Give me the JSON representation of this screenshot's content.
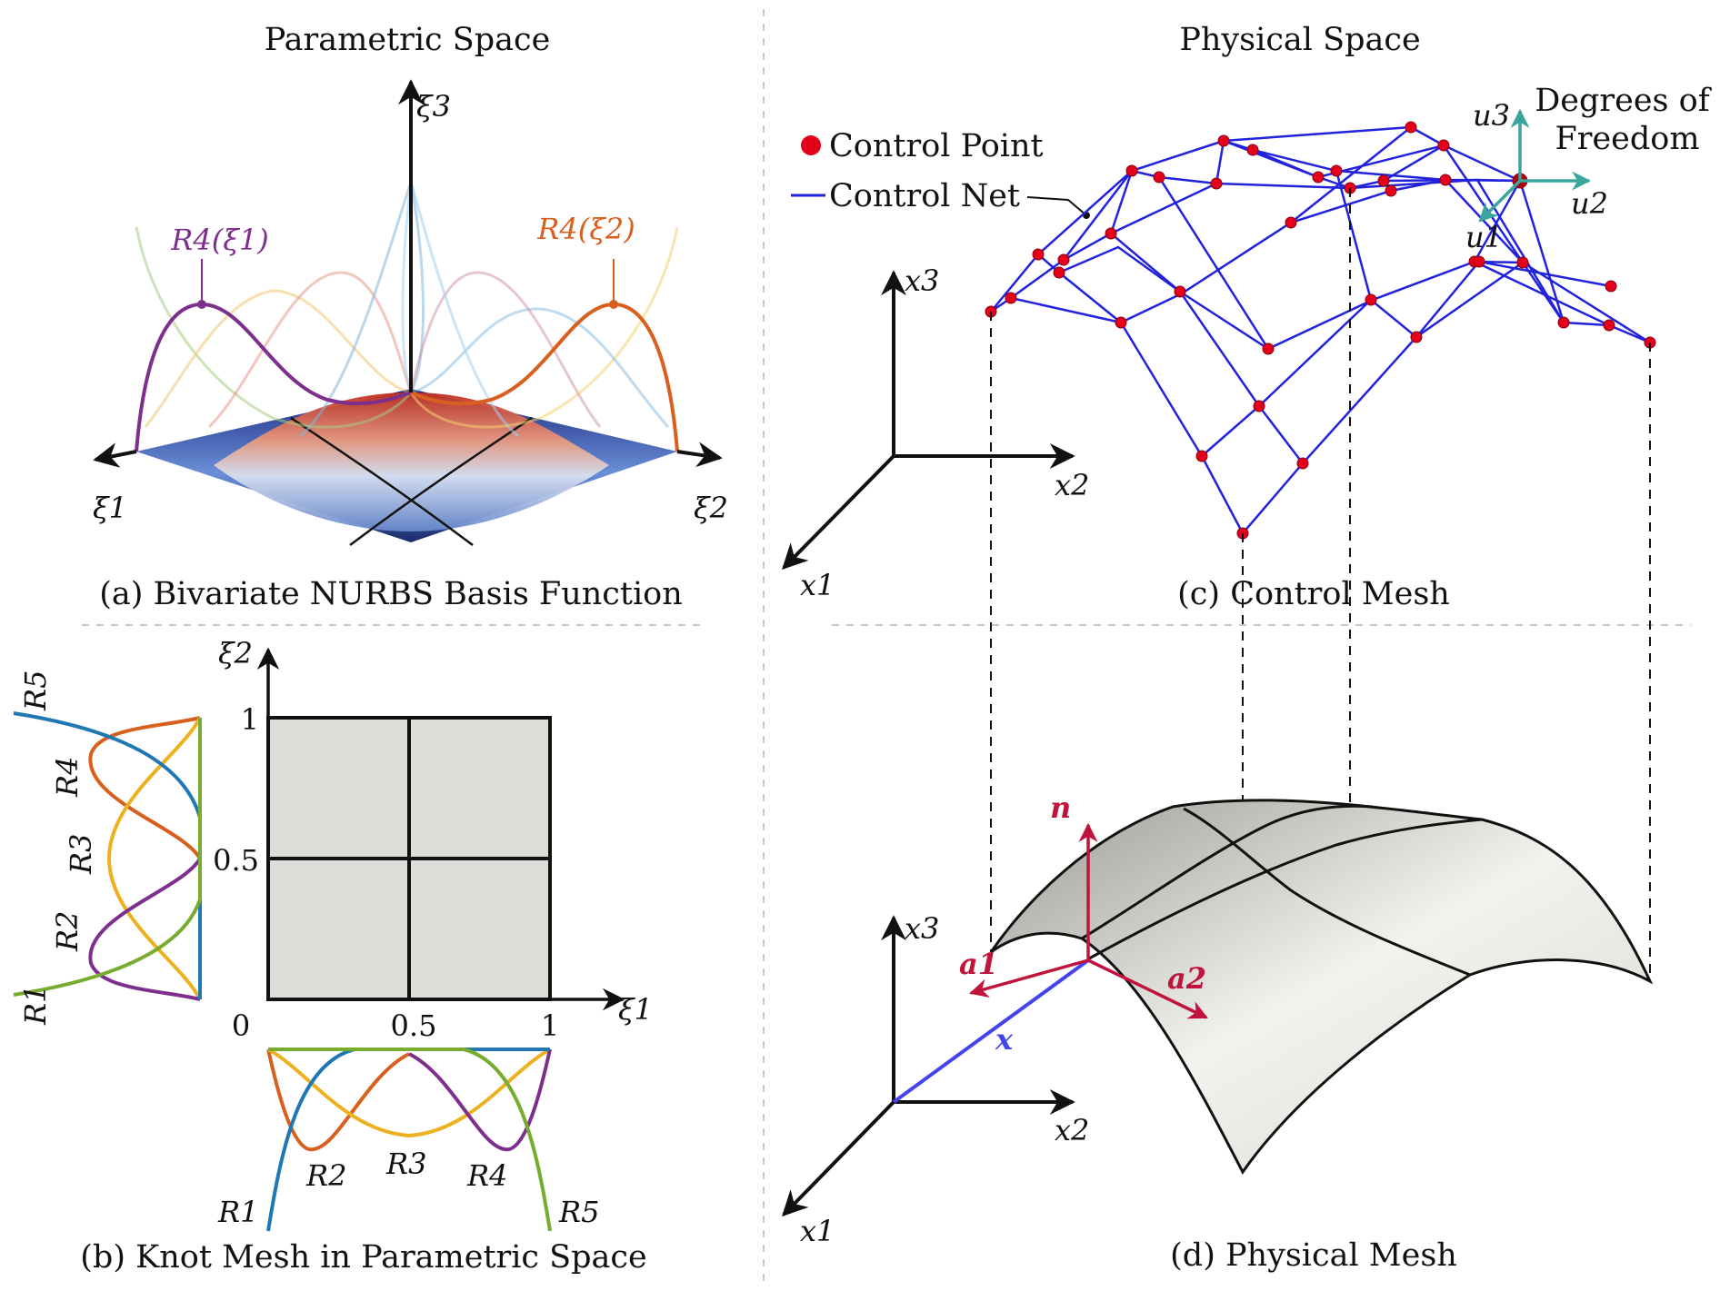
{
  "titles": {
    "parametric_space": "Parametric Space",
    "physical_space": "Physical Space"
  },
  "captions": {
    "a": "(a) Bivariate NURBS Basis Function",
    "b": "(b) Knot Mesh in Parametric Space",
    "c": "(c)  Control Mesh",
    "d": "(d) Physical Mesh"
  },
  "panel_a": {
    "axis_labels": [
      "ξ1",
      "ξ2",
      "ξ3"
    ],
    "curve_labels": [
      "R4(ξ1)",
      "R4(ξ2)"
    ]
  },
  "panel_b": {
    "axis_labels": [
      "ξ1",
      "ξ2"
    ],
    "ticks": [
      "0",
      "0.5",
      "1"
    ],
    "basis_labels": [
      "R1",
      "R2",
      "R3",
      "R4",
      "R5"
    ]
  },
  "panel_c": {
    "legend": [
      "Control Point",
      "Control Net"
    ],
    "dof_label": "Degrees of Freedom",
    "dof_components": [
      "u1",
      "u2",
      "u3"
    ],
    "axis_labels": [
      "x1",
      "x2",
      "x3"
    ]
  },
  "panel_d": {
    "vector_labels": [
      "n",
      "a1",
      "a2",
      "x"
    ],
    "axis_labels": [
      "x1",
      "x2",
      "x3"
    ]
  },
  "colors": {
    "basis": [
      "#1f77b4",
      "#d95f1e",
      "#edb120",
      "#7e2f8e",
      "#77ac30"
    ],
    "control_net": "#2222dd",
    "control_point": "#e3001b",
    "dof": "#3aa59a",
    "vectors": "#c0143c",
    "position_vector": "#4444ee"
  }
}
